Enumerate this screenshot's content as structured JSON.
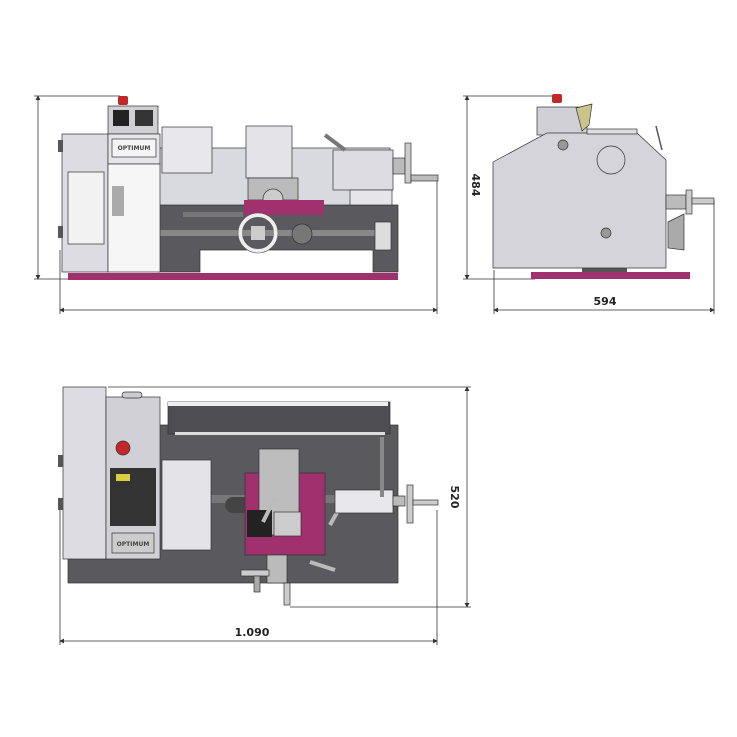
{
  "drawing": {
    "brand": "OPTIMUM",
    "dimensions": {
      "front_height": "484",
      "side_depth": "594",
      "top_width": "520",
      "overall_length": "1.090"
    },
    "colors": {
      "accent_magenta": "#a0306e",
      "body_light": "#d6d6dc",
      "bed_dark": "#5a5a5e",
      "estop_red": "#c0282a"
    }
  }
}
